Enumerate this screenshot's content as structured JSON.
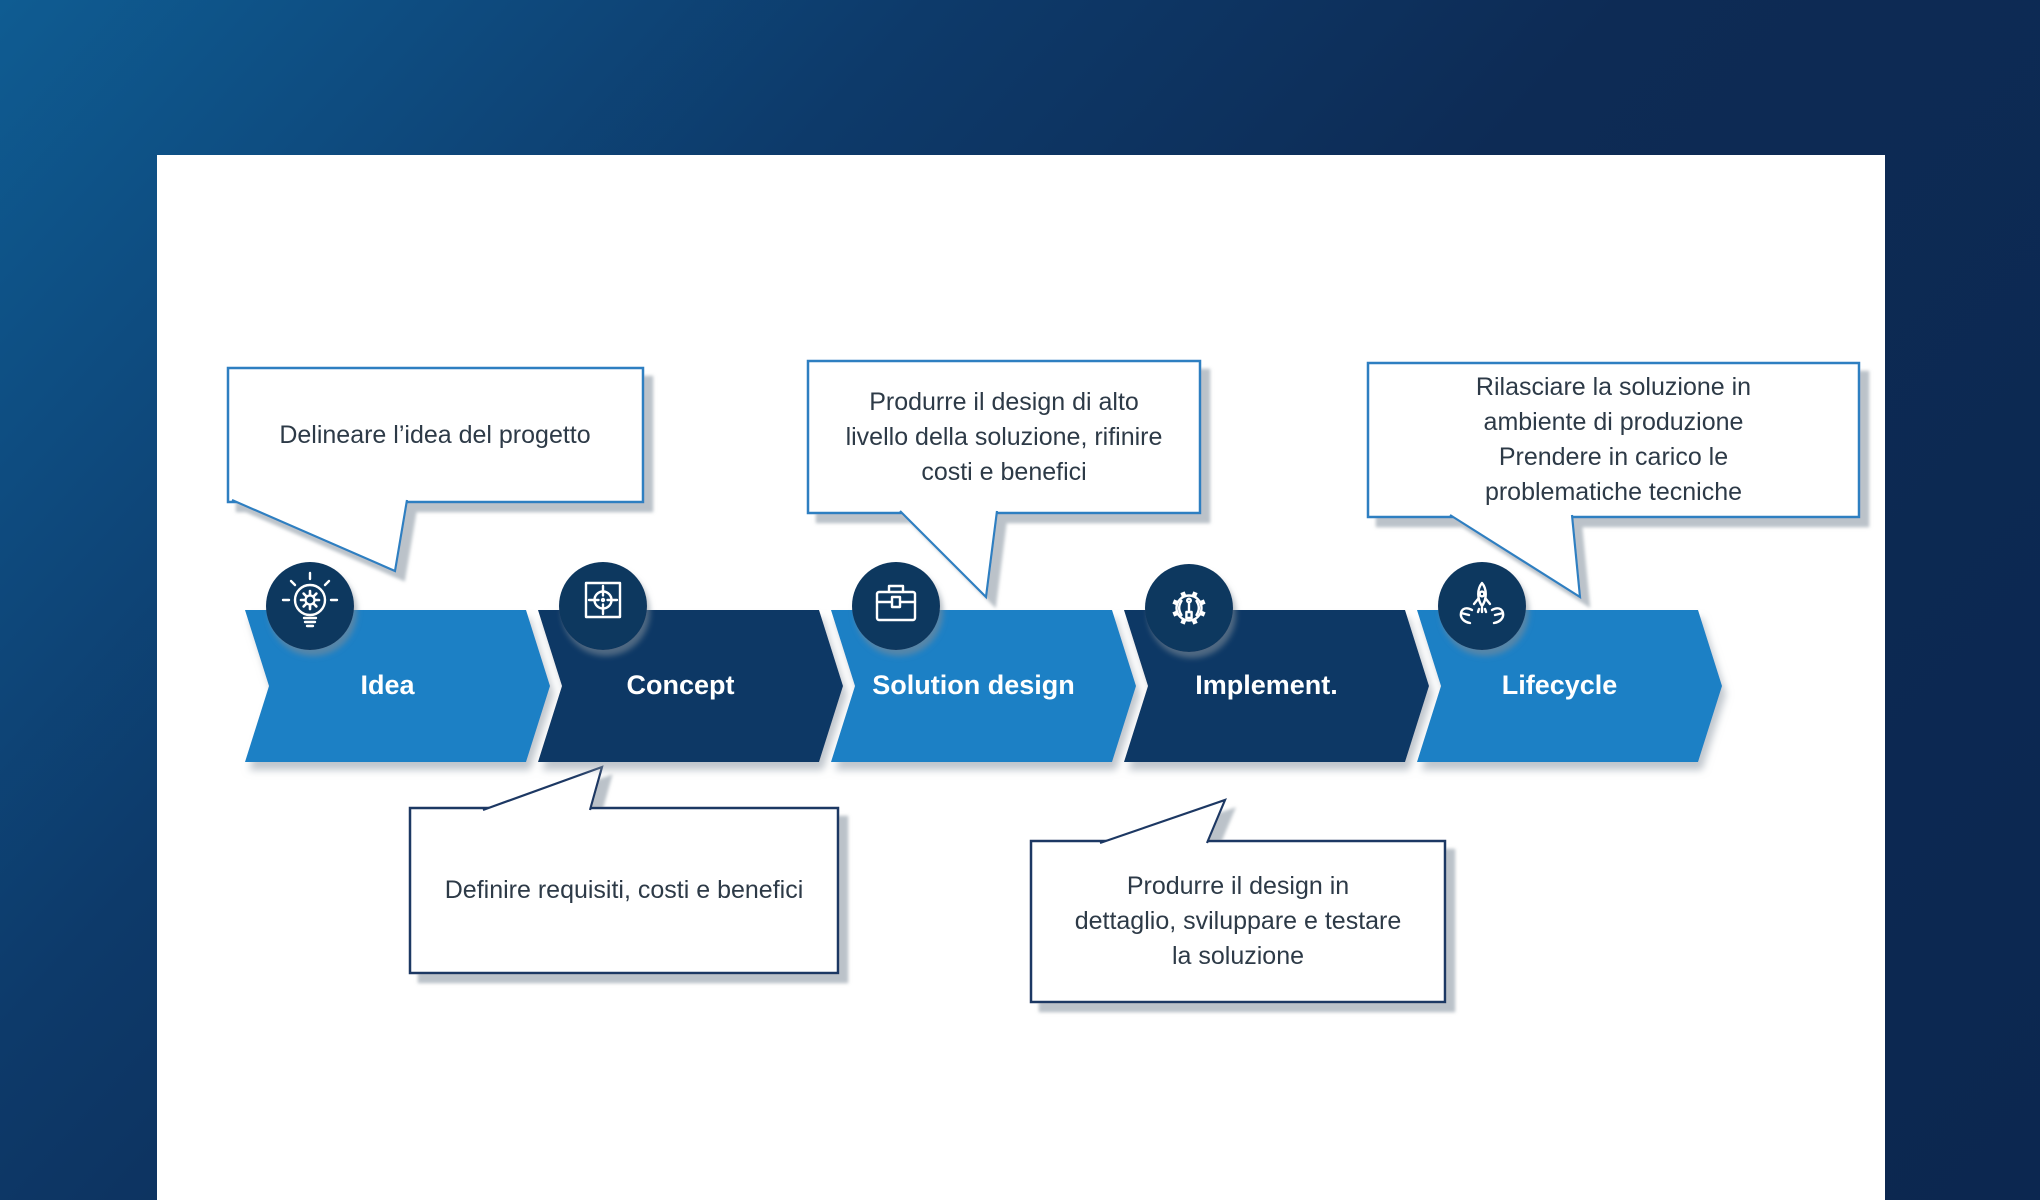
{
  "slide": {
    "colors": {
      "light_blue": "#1b80c5",
      "dark_navy": "#0e3765",
      "icon_circle": "#10375f",
      "callout_border_blue": "#2e7fc1",
      "callout_border_navy": "#1f3864",
      "callout_text": "#2d3a47",
      "slide_background": "#ffffff"
    },
    "stages": [
      {
        "label": "Idea",
        "fill": "#1b80c5",
        "icon": "lightbulb-gear-icon"
      },
      {
        "label": "Concept",
        "fill": "#0e3765",
        "icon": "target-icon"
      },
      {
        "label": "Solution design",
        "fill": "#1b80c5",
        "icon": "toolbox-icon"
      },
      {
        "label": "Implement.",
        "fill": "#0e3765",
        "icon": "gear-screwdriver-icon"
      },
      {
        "label": "Lifecycle",
        "fill": "#1b80c5",
        "icon": "hands-rocket-icon"
      }
    ],
    "callouts": [
      {
        "stage": "Idea",
        "position": "top",
        "border": "#2e7fc1",
        "text": "Delineare l’idea del progetto"
      },
      {
        "stage": "Concept",
        "position": "bottom",
        "border": "#1f3864",
        "text": "Definire requisiti, costi e benefici"
      },
      {
        "stage": "Solution design",
        "position": "top",
        "border": "#2e7fc1",
        "text": "Produrre il design di alto livello della soluzione, rifinire costi e benefici"
      },
      {
        "stage": "Implement.",
        "position": "bottom",
        "border": "#1f3864",
        "text": "Produrre il design in dettaglio, sviluppare e testare la soluzione"
      },
      {
        "stage": "Lifecycle",
        "position": "top",
        "border": "#2e7fc1",
        "text": "Rilasciare la soluzione in ambiente di produzione\nPrendere in carico le problematiche tecniche"
      }
    ]
  }
}
